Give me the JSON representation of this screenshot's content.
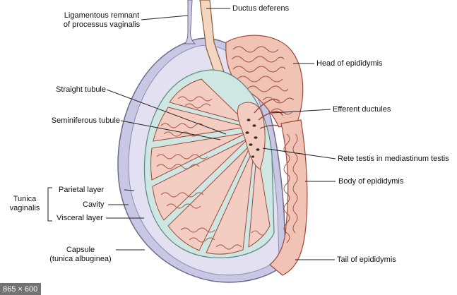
{
  "labels": {
    "ligament_line1": "Ligamentous remnant",
    "ligament_line2": "of processus vaginalis",
    "ductus_deferens": "Ductus deferens",
    "head_of_epididymis": "Head of epididymis",
    "straight_tubule": "Straight tubule",
    "efferent_ductules": "Efferent ductules",
    "seminiferous_tubule": "Seminiferous tubule",
    "rete_testis": "Rete testis in mediastinum testis",
    "body_of_epididymis": "Body of epididymis",
    "tunica_line1": "Tunica",
    "tunica_line2": "vaginalis",
    "parietal_layer": "Parietal layer",
    "cavity": "Cavity",
    "visceral_layer": "Visceral layer",
    "capsule_line1": "Capsule",
    "capsule_line2": "(tunica albuginea)",
    "tail_of_epididymis": "Tail of epididymis"
  },
  "image_size_badge": "865 × 600",
  "colors": {
    "parietal_layer": "#c9c8e4",
    "cavity": "#e3e1f1",
    "tunica_albuginea": "#cfe7e3",
    "lobule": "#f3ccc2",
    "tubule": "#e3a899",
    "tubule_stroke": "#9a4a3c",
    "epididymis": "#f1c3b5",
    "ductus": "#f2d6bf"
  }
}
